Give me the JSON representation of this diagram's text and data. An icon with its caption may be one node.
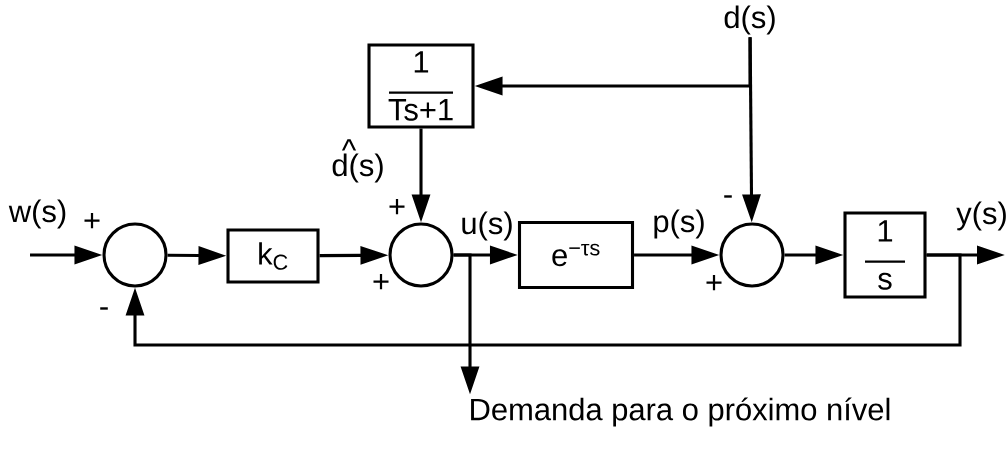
{
  "diagram": {
    "nodes": [
      {
        "text": [],
        "shape": "circle"
      },
      {
        "text": [
          "k$_{C}$"
        ]
      },
      {
        "text": [],
        "shape": "circle"
      },
      {
        "text": [
          "1",
          "Ts+1"
        ]
      },
      {
        "text": [
          "e$^{−τs}$"
        ]
      },
      {
        "text": [],
        "shape": "circle"
      },
      {
        "text": [
          "1",
          "s"
        ]
      },
      {
        "text": [
          "d(s)"
        ]
      },
      {
        "text": [
          "Demanda para o próximo nível"
        ]
      }
    ],
    "edges": [
      {
        "from": null,
        "to": 0,
        "arrow": "to",
        "label": "w(s)"
      },
      {
        "from": 0,
        "to": 1,
        "arrow": "to"
      },
      {
        "from": 1,
        "to": 2,
        "arrow": "to"
      },
      {
        "from": 3,
        "to": 2,
        "arrow": "to",
        "label": "d(s)"
      },
      {
        "from": 2,
        "to": 4,
        "arrow": "to",
        "label": "u(s)"
      },
      {
        "from": 2,
        "to": 8,
        "arrow": "to"
      },
      {
        "from": 4,
        "to": 5,
        "arrow": "to",
        "label": "p(s)"
      },
      {
        "from": 7,
        "to": 5,
        "arrow": "to"
      },
      {
        "from": 7,
        "to": 3,
        "arrow": "to"
      },
      {
        "from": 5,
        "to": 6,
        "arrow": "to"
      },
      {
        "from": 6,
        "to": null,
        "arrow": "to",
        "label": "y(s)"
      },
      {
        "from": 6,
        "to": 0,
        "arrow": "to"
      }
    ],
    "labels": [
      "^",
      "+",
      "-",
      "+",
      "+",
      "-",
      "+"
    ]
  }
}
